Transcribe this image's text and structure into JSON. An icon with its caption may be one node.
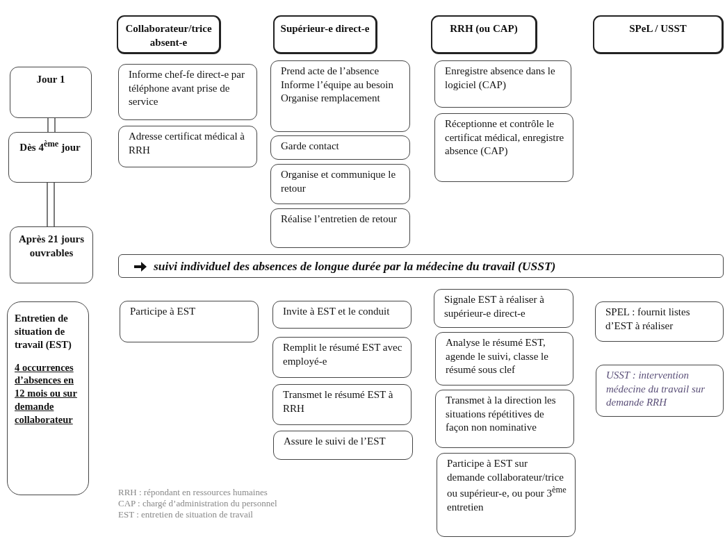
{
  "diagram": {
    "nodes": [
      {
        "text": [
          "Collaborateur/trice absent-e"
        ]
      },
      {
        "text": [
          "Supérieur-e direct-e"
        ]
      },
      {
        "text": [
          "RRH (ou CAP)"
        ]
      },
      {
        "text": [
          "SPeL / USST"
        ]
      },
      {
        "text": [
          "Jour 1"
        ]
      },
      {
        "text": [
          "Informe chef-fe direct-e par téléphone avant prise de service"
        ]
      },
      {
        "text": [
          "Prend acte de l’absence",
          "Informe l’équipe au besoin",
          "Organise remplacement"
        ]
      },
      {
        "text": [
          "Enregistre absence dans le logiciel (CAP)"
        ]
      },
      {
        "text": [
          "Dès 4$^{ème}$ jour"
        ]
      },
      {
        "text": [
          "Adresse certificat médical à RRH"
        ]
      },
      {
        "text": [
          "Garde contact"
        ]
      },
      {
        "text": [
          "Réceptionne et contrôle le certificat médical, enregistre absence (CAP)"
        ]
      },
      {
        "text": [
          "Organise et communique le retour"
        ]
      },
      {
        "text": [
          "Après 21 jours ouvrables"
        ]
      },
      {
        "text": [
          "Réalise l’entretien de retour"
        ]
      },
      {
        "text": [
          "suivi individuel des absences de longue durée par la médecine du travail (USST)"
        ]
      },
      {
        "text": [
          "Entretien de situation de travail (EST)",
          "4 occurrences d’absences en 12 mois  ou sur demande collaborateur"
        ]
      },
      {
        "text": [
          "Participe à EST"
        ]
      },
      {
        "text": [
          "Invite à EST et le conduit"
        ]
      },
      {
        "text": [
          "Signale EST à réaliser à supérieur-e direct-e"
        ]
      },
      {
        "text": [
          "SPEL : fournit listes d’EST à réaliser"
        ]
      },
      {
        "text": [
          "Remplit le résumé EST avec employé-e"
        ]
      },
      {
        "text": [
          "Analyse le résumé EST, agende le suivi, classe le résumé sous clef"
        ]
      },
      {
        "text": [
          "USST : intervention médecine du travail sur demande RRH"
        ]
      },
      {
        "text": [
          "Transmet le résumé EST à RRH"
        ]
      },
      {
        "text": [
          "Transmet à la direction les situations répétitives de façon non nominative"
        ]
      },
      {
        "text": [
          "Assure le suivi de l’EST"
        ]
      },
      {
        "text": [
          "Participe à EST sur demande collaborateur/trice ou supérieur-e, ou pour 3$^{ème}$ entretien"
        ]
      }
    ],
    "edges": [
      {
        "from": 4,
        "to": 8,
        "arrow": "none"
      },
      {
        "from": 8,
        "to": 13,
        "arrow": "none"
      }
    ],
    "labels": [
      "RRH : répondant en ressources humaines",
      "CAP : chargé d’administration du personnel",
      "EST :  entretien de situation de travail"
    ]
  }
}
